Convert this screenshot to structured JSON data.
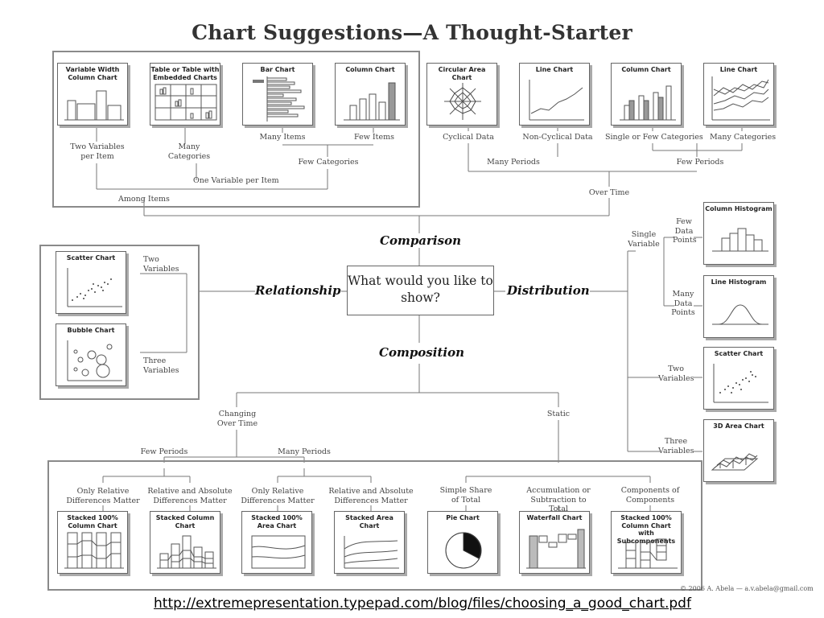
{
  "title": "Chart Suggestions—A Thought-Starter",
  "source_url": "http://extremepresentation.typepad.com/blog/files/choosing_a_good_chart.pdf",
  "copyright": "© 2006  A. Abela — a.v.abela@gmail.com",
  "center_question": "What would you like to show?",
  "categories": {
    "comparison": "Comparison",
    "relationship": "Relationship",
    "distribution": "Distribution",
    "composition": "Composition"
  },
  "comparison": {
    "charts": {
      "variable_width": "Variable Width Column Chart",
      "table_embedded": "Table or Table with Embedded Charts",
      "bar": "Bar Chart",
      "column_few": "Column Chart",
      "circular_area": "Circular Area Chart",
      "line_noncyclical": "Line Chart",
      "column_time": "Column Chart",
      "line_many": "Line Chart"
    },
    "labels": {
      "two_vars_per_item": "Two Variables per Item",
      "many_categories": "Many Categories",
      "many_items": "Many Items",
      "few_items": "Few Items",
      "few_categories": "Few Categories",
      "one_var_per_item": "One Variable per Item",
      "among_items": "Among Items",
      "cyclical_data": "Cyclical Data",
      "noncyclical_data": "Non-Cyclical Data",
      "single_few_categories": "Single or Few Categories",
      "many_categories_time": "Many Categories",
      "many_periods": "Many Periods",
      "few_periods": "Few Periods",
      "over_time": "Over Time"
    }
  },
  "relationship": {
    "charts": {
      "scatter": "Scatter Chart",
      "bubble": "Bubble Chart"
    },
    "labels": {
      "two_variables": "Two Variables",
      "three_variables": "Three Variables"
    }
  },
  "distribution": {
    "charts": {
      "column_histogram": "Column Histogram",
      "line_histogram": "Line Histogram",
      "scatter": "Scatter Chart",
      "area_3d": "3D Area Chart"
    },
    "labels": {
      "single_variable": "Single Variable",
      "few_data_points": "Few Data Points",
      "many_data_points": "Many Data Points",
      "two_variables": "Two Variables",
      "three_variables": "Three Variables"
    }
  },
  "composition": {
    "charts": {
      "stacked100_column": "Stacked 100% Column Chart",
      "stacked_column": "Stacked Column Chart",
      "stacked100_area": "Stacked 100% Area Chart",
      "stacked_area": "Stacked Area Chart",
      "pie": "Pie Chart",
      "waterfall": "Waterfall Chart",
      "stacked100_sub": "Stacked 100% Column Chart with Subcomponents"
    },
    "labels": {
      "changing_over_time": "Changing Over Time",
      "static": "Static",
      "few_periods": "Few Periods",
      "many_periods": "Many Periods",
      "only_relative_1": "Only Relative Differences Matter",
      "relative_absolute_1": "Relative and Absolute Differences Matter",
      "only_relative_2": "Only Relative Differences Matter",
      "relative_absolute_2": "Relative and Absolute Differences Matter",
      "simple_share": "Simple Share of Total",
      "accumulation": "Accumulation or Subtraction to Total",
      "components": "Components of Components"
    }
  }
}
